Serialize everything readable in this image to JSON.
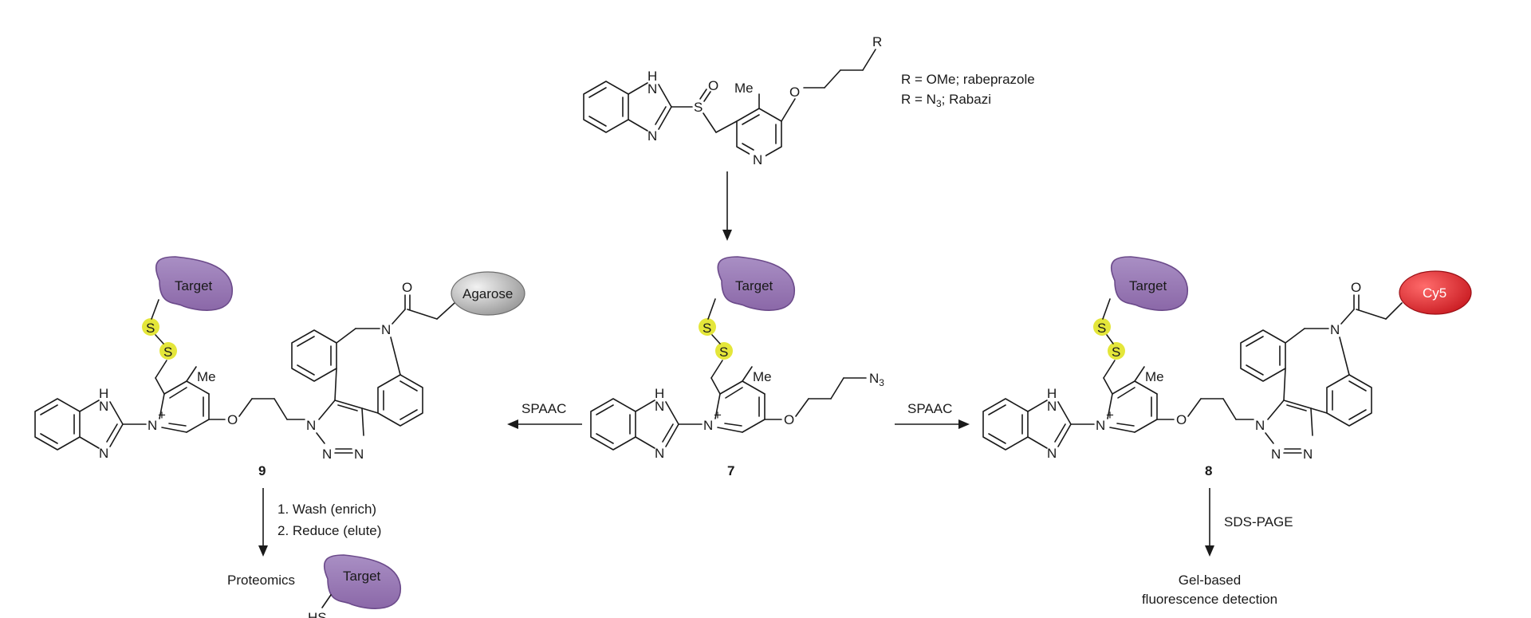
{
  "colors": {
    "target": "#9b7bb7",
    "target_stroke": "#6b4a8a",
    "disulfide_highlight": "#e4e63a",
    "agarose": "#b5b5b5",
    "cy5": "#e41e26"
  },
  "top": {
    "atoms": {
      "nh_h": "H",
      "nh_n": "N",
      "n": "N",
      "s": "S",
      "o_sulfinyl": "O",
      "me": "Me",
      "o_ether": "O",
      "pyr_n": "N",
      "r": "R"
    },
    "legend_line1": "R = OMe; rabeprazole",
    "legend_line2_prefix": "R = N",
    "legend_line2_sub": "3",
    "legend_line2_suffix": "; Rabazi"
  },
  "center": {
    "compound_number": "7",
    "target_label": "Target",
    "atoms": {
      "s1": "S",
      "s2": "S",
      "h": "H",
      "nh": "N",
      "n": "N",
      "n_plus": "N",
      "plus": "+",
      "me": "Me",
      "o": "O",
      "azide": "N",
      "azide_sub": "3"
    }
  },
  "left": {
    "compound_number": "9",
    "target_label": "Target",
    "bead_label": "Agarose",
    "arrow_label": "SPAAC",
    "atoms": {
      "s1": "S",
      "s2": "S",
      "h": "H",
      "nh": "N",
      "n": "N",
      "n_plus": "N",
      "plus": "+",
      "me": "Me",
      "o": "O",
      "carbonyl_o": "O",
      "amide_n": "N",
      "tn1": "N",
      "tn2": "N",
      "tn3": "N"
    },
    "step1": "1.  Wash (enrich)",
    "step2": "2.  Reduce (elute)",
    "proteomics": "Proteomics",
    "product_target": "Target",
    "hs": "HS"
  },
  "right": {
    "compound_number": "8",
    "target_label": "Target",
    "dye_label": "Cy5",
    "arrow_label": "SPAAC",
    "atoms": {
      "s1": "S",
      "s2": "S",
      "h": "H",
      "nh": "N",
      "n": "N",
      "n_plus": "N",
      "plus": "+",
      "me": "Me",
      "o": "O",
      "carbonyl_o": "O",
      "amide_n": "N",
      "tn1": "N",
      "tn2": "N",
      "tn3": "N"
    },
    "sds_label": "SDS-PAGE",
    "readout_line1": "Gel-based",
    "readout_line2": "fluorescence detection"
  }
}
